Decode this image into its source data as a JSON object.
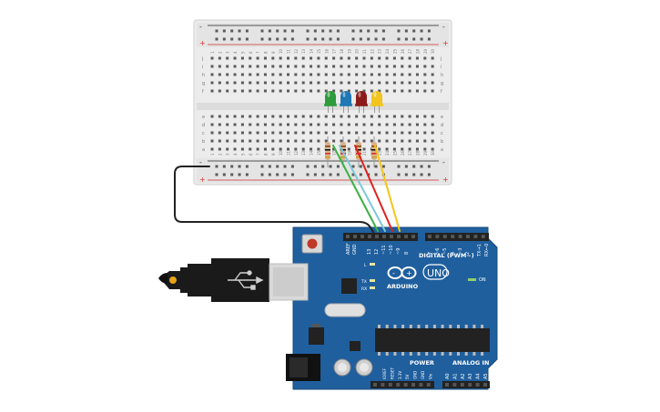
{
  "canvas": {
    "background": "#ffffff"
  },
  "breadboard": {
    "columns": 30,
    "row_letters_top": [
      "j",
      "i",
      "h",
      "g",
      "f"
    ],
    "row_letters_bottom": [
      "e",
      "d",
      "c",
      "b",
      "a"
    ],
    "column_labels": [
      "1",
      "2",
      "3",
      "4",
      "5",
      "6",
      "7",
      "8",
      "9",
      "10",
      "11",
      "12",
      "13",
      "14",
      "15",
      "16",
      "17",
      "18",
      "19",
      "20",
      "21",
      "22",
      "23",
      "24",
      "25",
      "26",
      "27",
      "28",
      "29",
      "30"
    ],
    "rail_plus": "+",
    "rail_minus": "-",
    "colors": {
      "body": "#ececec",
      "hole": "#5a5a5a",
      "rail_red": "#d32f2f",
      "rail_black": "#222222"
    }
  },
  "leds": [
    {
      "name": "green",
      "color": "#2e9b3c"
    },
    {
      "name": "blue",
      "color": "#1f77b4"
    },
    {
      "name": "red",
      "color": "#8b1a1a"
    },
    {
      "name": "yellow",
      "color": "#f2c41d"
    }
  ],
  "resistor_count": 4,
  "wires": [
    {
      "name": "ground",
      "color": "#222222"
    },
    {
      "name": "pin13",
      "color": "#3cb043"
    },
    {
      "name": "pin12",
      "color": "#7fc8d8"
    },
    {
      "name": "pin11",
      "color": "#e02020"
    },
    {
      "name": "pin10",
      "color": "#f5c518"
    }
  ],
  "arduino": {
    "board_color": "#1f5f9e",
    "logo_text": "ARDUINO",
    "model_text": "UNO",
    "on_label": "ON",
    "digital_label": "DIGITAL (PWM~)",
    "power_label": "POWER",
    "analog_label": "ANALOG IN",
    "aref_label": "AREF",
    "gnd_label": "GND",
    "tx_label": "TX",
    "rx_label": "RX",
    "l_label": "L",
    "txrx_side": "TX→1",
    "rx_side": "RX←0",
    "digital_pins": [
      "13",
      "12",
      "~11",
      "~10",
      "~9",
      "8",
      "7",
      "~6",
      "~5",
      "4",
      "~3",
      "2"
    ],
    "power_pins": [
      "IOREF",
      "RESET",
      "3.3V",
      "5V",
      "GND",
      "GND",
      "Vin"
    ],
    "analog_pins": [
      "A0",
      "A1",
      "A2",
      "A3",
      "A4",
      "A5"
    ]
  },
  "usb_cable": {
    "color": "#1a1a1a",
    "plug_color": "#d9d9d9"
  }
}
